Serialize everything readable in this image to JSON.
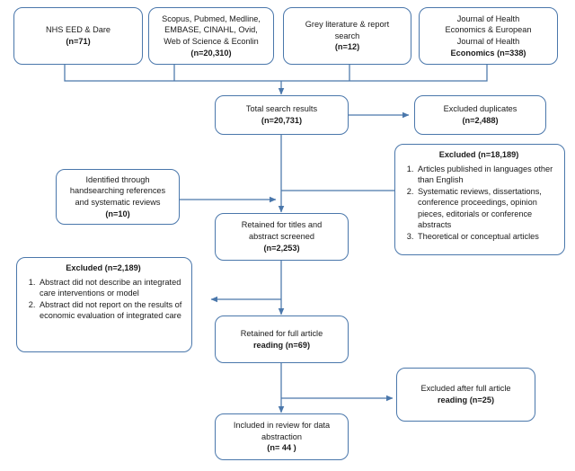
{
  "diagram": {
    "title": "Systematic review study selection flow diagram",
    "accent_color": "#4a77ab",
    "background_color": "#ffffff",
    "nodes": {
      "nhs_eed": {
        "text": "NHS EED & Dare",
        "count": "(n=71)"
      },
      "databases": {
        "text": "Scopus, Pubmed, Medline,\nEMBASE, CINAHL, Ovid,\nWeb of Science & Econlin",
        "count": "(n=20,310)"
      },
      "grey_literature": {
        "text": "Grey literature & report\nsearch",
        "count": "(n=12)"
      },
      "journals": {
        "text": "Journal of Health\nEconomics & European\nJournal of Health",
        "count": "Economics (n=338)"
      },
      "total_search": {
        "text": "Total search results",
        "count": "(n=20,731)"
      },
      "excluded_duplicates": {
        "text": "Excluded duplicates",
        "count": "(n=2,488)"
      },
      "handsearching": {
        "text": "Identified through\nhandsearching references\nand systematic reviews",
        "count": "(n=10)"
      },
      "retained_titles": {
        "text": "Retained for titles and\nabstract screened",
        "count": "(n=2,253)"
      },
      "excluded_titles": {
        "header": "Excluded (n=18,189)",
        "reasons": [
          "Articles published in languages other than English",
          "Systematic reviews, dissertations, conference proceedings, opinion pieces, editorials or conference abstracts",
          "Theoretical or conceptual articles"
        ]
      },
      "excluded_abstracts": {
        "header": "Excluded (n=2,189)",
        "reasons": [
          "Abstract did not describe  an integrated care interventions or model",
          "Abstract did not report on the results of economic evaluation of integrated care"
        ]
      },
      "retained_full": {
        "text": "Retained for full article",
        "count": "reading (n=69)"
      },
      "excluded_full": {
        "text": "Excluded after full article",
        "count": "reading (n=25)"
      },
      "included_review": {
        "text": "Included in review for data\nabstraction",
        "count": "(n= 44 )"
      }
    }
  }
}
